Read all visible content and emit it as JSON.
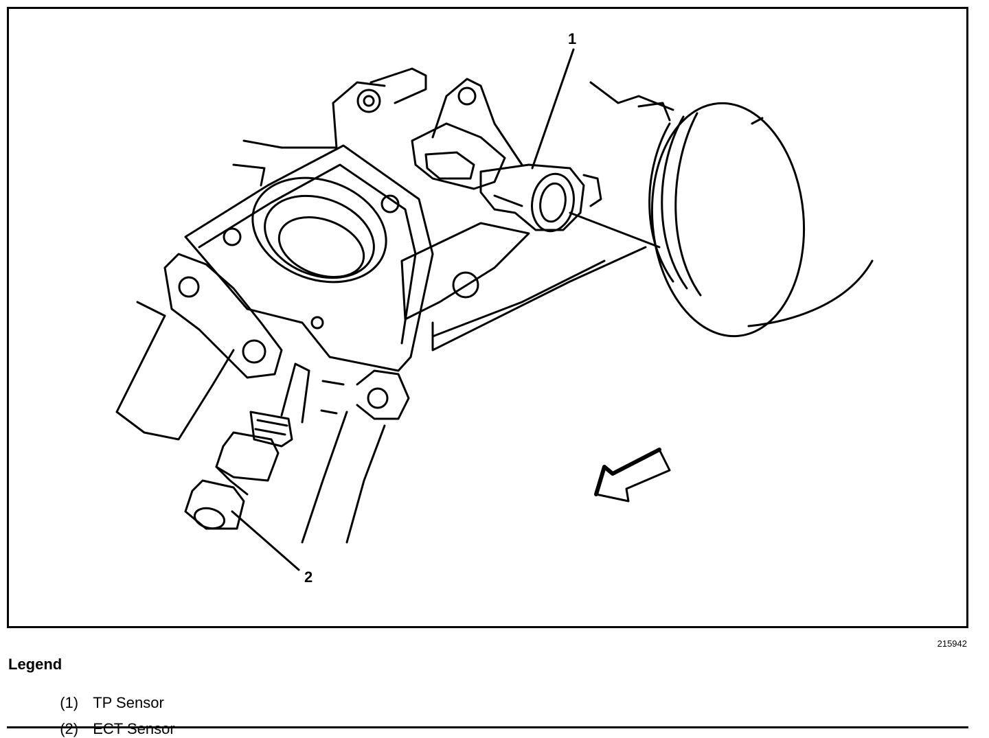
{
  "figure": {
    "callout_1": "1",
    "callout_2": "2",
    "figure_number": "215942"
  },
  "legend": {
    "title": "Legend",
    "items": [
      {
        "number": "(1)",
        "label": "TP Sensor"
      },
      {
        "number": "(2)",
        "label": "ECT Sensor"
      }
    ]
  },
  "colors": {
    "ink": "#000000",
    "paper": "#ffffff"
  }
}
